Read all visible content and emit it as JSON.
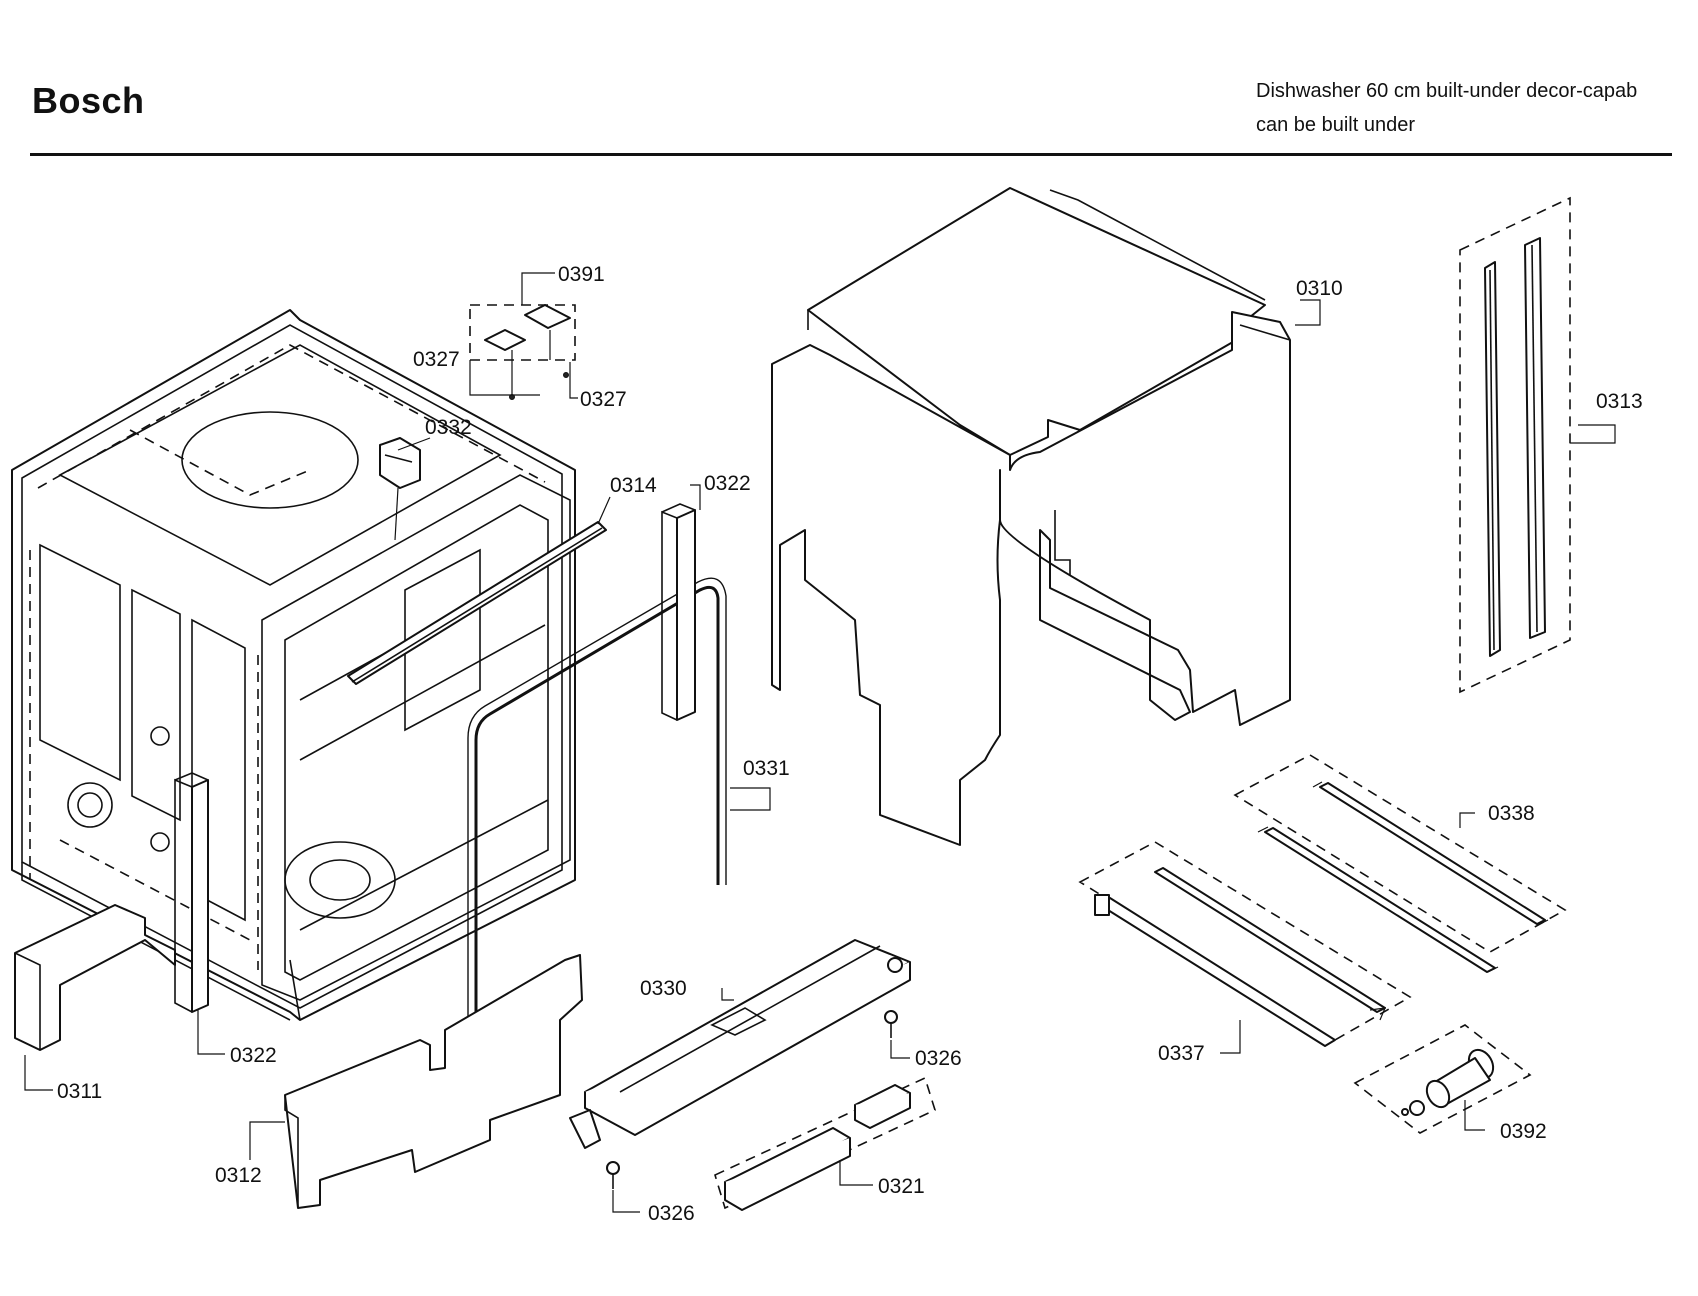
{
  "header": {
    "brand": "Bosch",
    "line1": "Dishwasher 60 cm built-under decor-capab",
    "line2": "can be built under"
  },
  "callouts": {
    "c0391": "0391",
    "c0327a": "0327",
    "c0327b": "0327",
    "c0332": "0332",
    "c0314": "0314",
    "c0322a": "0322",
    "c0322b": "0322",
    "c0331": "0331",
    "c0310": "0310",
    "c0313": "0313",
    "c0338": "0338",
    "c0337": "0337",
    "c0392": "0392",
    "c0330": "0330",
    "c0326a": "0326",
    "c0326b": "0326",
    "c0321": "0321",
    "c0311": "0311",
    "c0312": "0312"
  }
}
